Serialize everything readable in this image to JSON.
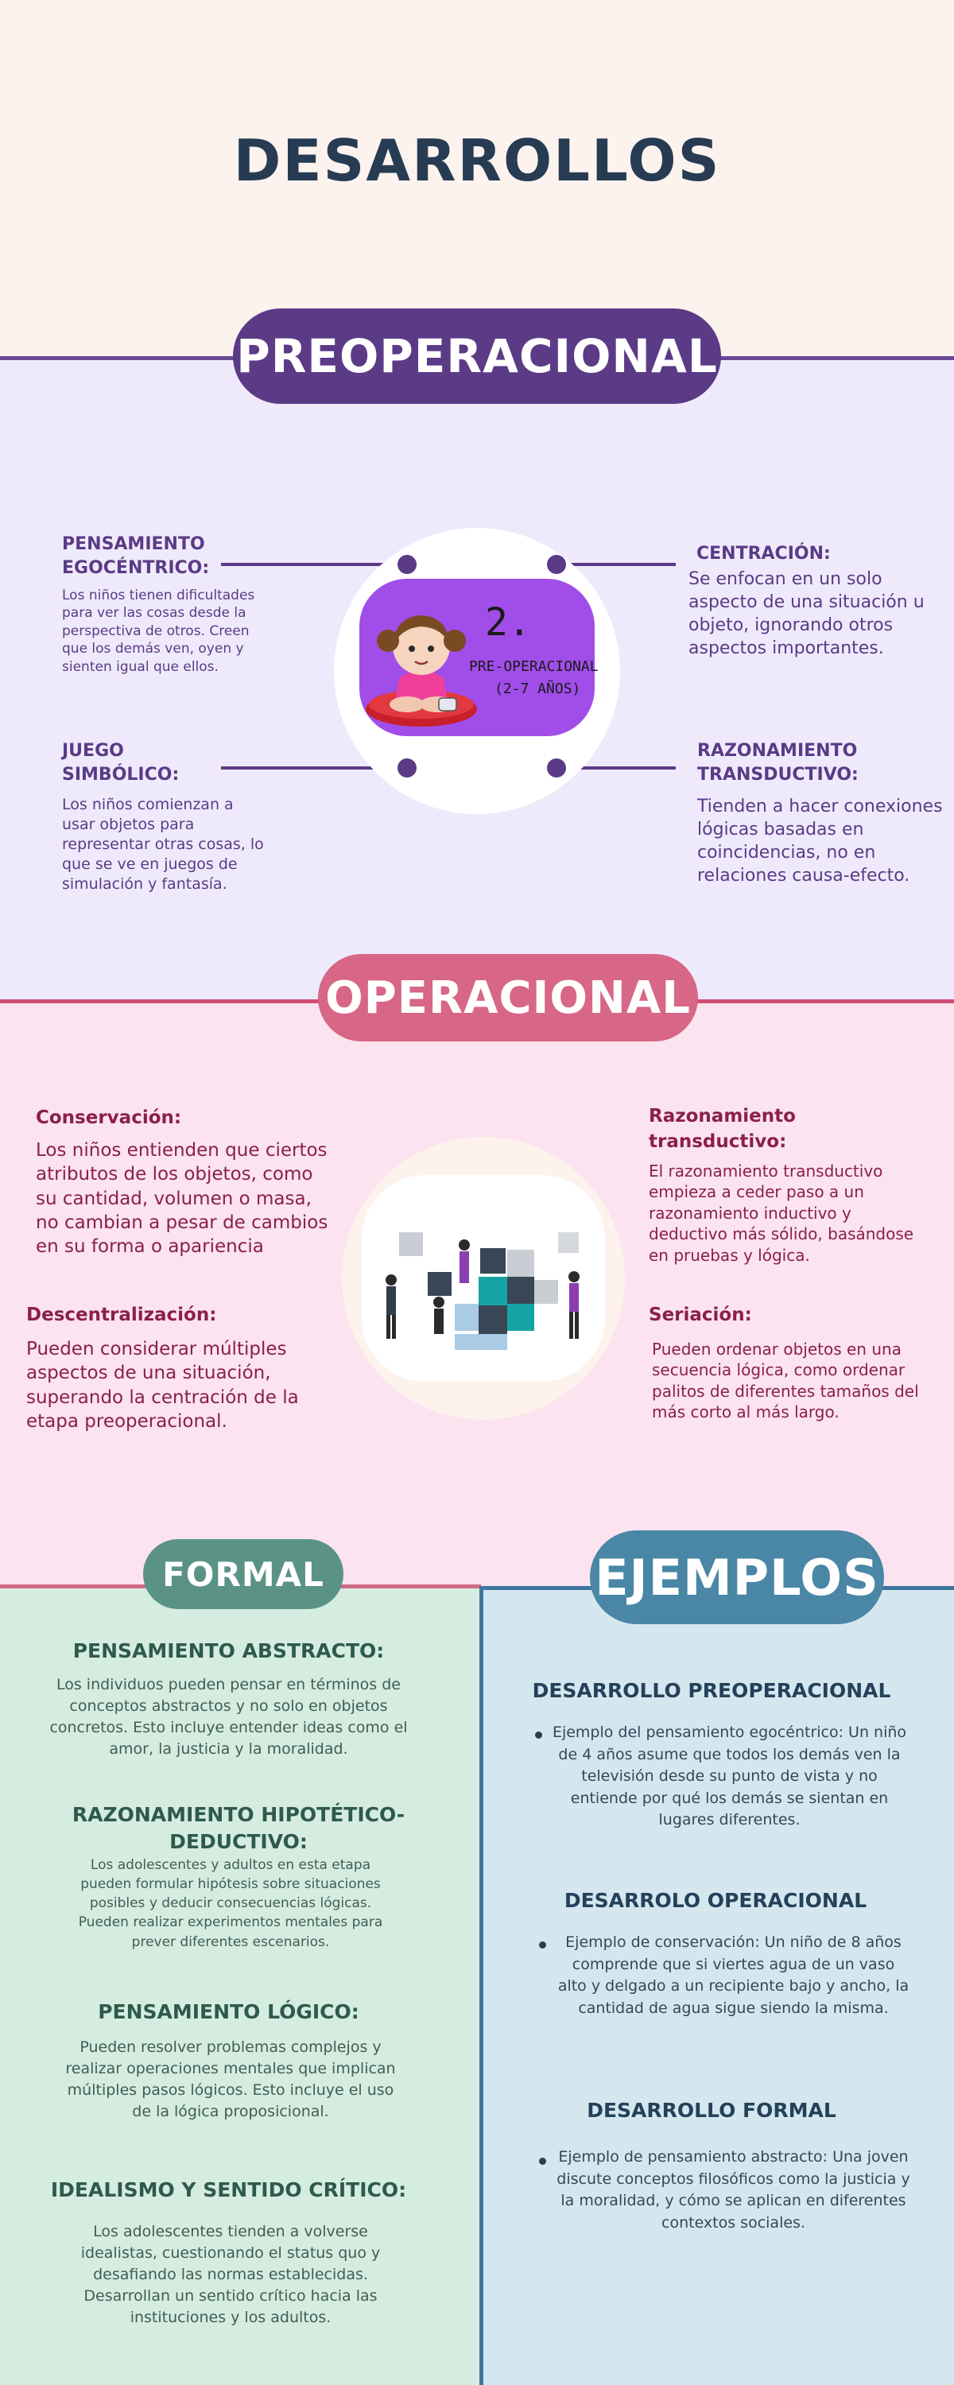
{
  "title": "DESARROLLOS",
  "colors": {
    "title": "#273c53",
    "preoperacional": "#5b3a86",
    "operacional": "#d86686",
    "formal": "#5a9386",
    "ejemplos": "#4a86a6"
  },
  "preoperacional": {
    "label": "PREOPERACIONAL",
    "image": {
      "number": "2.",
      "caption_line1": "PRE-OPERACIONAL",
      "caption_line2": "(2-7 AÑOS)"
    },
    "items": [
      {
        "title": "PENSAMIENTO EGOCÉNTRICO:",
        "text": "Los niños tienen dificultades para ver las cosas desde la perspectiva de otros. Creen que los demás ven, oyen y sienten igual que ellos."
      },
      {
        "title": "CENTRACIÓN:",
        "text": "Se enfocan en un solo aspecto de una situación u objeto, ignorando otros aspectos importantes."
      },
      {
        "title": "JUEGO SIMBÓLICO:",
        "text": "Los niños comienzan a usar objetos para representar otras cosas, lo que se ve en juegos de simulación y fantasía."
      },
      {
        "title": "RAZONAMIENTO TRANSDUCTIVO:",
        "text": "Tienden a hacer conexiones lógicas basadas en coincidencias, no en relaciones causa-efecto."
      }
    ]
  },
  "operacional": {
    "label": "OPERACIONAL",
    "items": [
      {
        "title": "Conservación:",
        "text": "Los niños entienden que ciertos atributos de los objetos, como su cantidad, volumen o masa, no cambian a pesar de cambios en su forma o apariencia"
      },
      {
        "title": "Razonamiento transductivo:",
        "text": "El razonamiento transductivo empieza a ceder paso a un razonamiento inductivo y deductivo más sólido, basándose en pruebas y lógica."
      },
      {
        "title": "Descentralización:",
        "text": "Pueden considerar múltiples aspectos de una situación, superando la centración de la etapa preoperacional."
      },
      {
        "title": "Seriación:",
        "text": "Pueden ordenar objetos en una secuencia lógica, como ordenar palitos de diferentes tamaños del más corto al más largo."
      }
    ]
  },
  "formal": {
    "label": "FORMAL",
    "items": [
      {
        "title": "PENSAMIENTO ABSTRACTO:",
        "text": "Los individuos pueden pensar en términos de conceptos abstractos y no solo en objetos concretos. Esto incluye entender ideas como el amor, la justicia y la moralidad."
      },
      {
        "title": "RAZONAMIENTO HIPOTÉTICO-DEDUCTIVO:",
        "text": "Los adolescentes y adultos en esta etapa pueden formular hipótesis sobre situaciones posibles y deducir consecuencias lógicas. Pueden realizar experimentos mentales para prever diferentes escenarios."
      },
      {
        "title": "PENSAMIENTO LÓGICO:",
        "text": "Pueden resolver problemas complejos y realizar operaciones mentales que implican múltiples pasos lógicos. Esto incluye el uso de la lógica proposicional."
      },
      {
        "title": "IDEALISMO Y SENTIDO CRÍTICO:",
        "text": "Los adolescentes tienden a volverse idealistas, cuestionando el status quo y desafiando las normas establecidas. Desarrollan un sentido crítico hacia las instituciones y los adultos."
      }
    ]
  },
  "ejemplos": {
    "label": "EJEMPLOS",
    "items": [
      {
        "title": "DESARROLLO PREOPERACIONAL",
        "text": "Ejemplo del pensamiento egocéntrico: Un niño de 4 años asume que todos los demás ven la televisión desde su punto de vista y no entiende por qué los demás se sientan en lugares diferentes."
      },
      {
        "title": "DESARROLO OPERACIONAL",
        "text": "Ejemplo de conservación: Un niño de 8 años comprende que si viertes agua de un vaso alto y delgado a un recipiente bajo y ancho, la cantidad de agua sigue siendo la misma."
      },
      {
        "title": "DESARROLLO FORMAL",
        "text": "Ejemplo de pensamiento abstracto: Una joven discute conceptos filosóficos como la justicia y la moralidad, y cómo se aplican en diferentes contextos sociales."
      }
    ]
  }
}
